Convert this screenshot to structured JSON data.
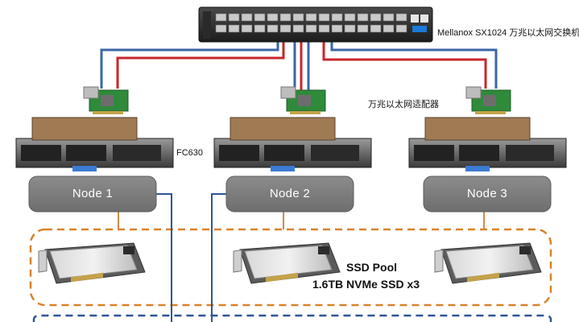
{
  "switch": {
    "label": "Mellanox SX1024 万兆以太网交换机"
  },
  "adapter": {
    "label": "万兆以太网适配器"
  },
  "server": {
    "label": "FC630"
  },
  "nodes": [
    {
      "label": "Node 1"
    },
    {
      "label": "Node 2"
    },
    {
      "label": "Node 3"
    }
  ],
  "ssd_pool": {
    "title": "SSD Pool",
    "subtitle": "1.6TB NVMe SSD x3"
  },
  "colors": {
    "cable_blue": "#3a66a6",
    "cable_red": "#c8262b",
    "pool_border": "#d9822b",
    "lower_border": "#2f5597",
    "node_fill": "#7f7f7f",
    "node_link": "#d08b4a"
  }
}
